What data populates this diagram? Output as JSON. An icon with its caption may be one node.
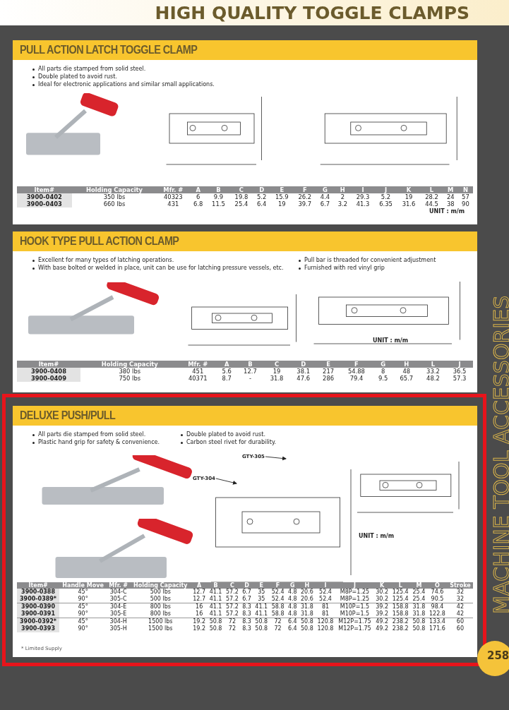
{
  "diagram": {
    "title": "HIGH QUALITY TOGGLE CLAMPS",
    "nodes": [
      {
        "text": [
          "PULL ACTION LATCH TOGGLE CLAMP",
          "All parts die stamped from solid steel.",
          "Double plated to avoid rust.",
          "Ideal for electronic applications and similar small applications."
        ]
      },
      {
        "text": [
          "HOOK TYPE PULL ACTION CLAMP",
          "Excellent for many types of latching operations.",
          "With base bolted or welded in place, unit can be use for latching pressure vessels, etc.",
          "Pull bar is threaded for convenient adjustment",
          "Furnished with red vinyl grip"
        ]
      },
      {
        "text": [],
        "shape": "box"
      },
      {
        "text": [
          "DELUXE PUSH/PULL",
          "All parts die stamped from solid steel.",
          "Plastic hand grip for safety & convenience.",
          "Double plated to avoid rust.",
          "Carbon steel rivet for durability."
        ],
        "in": 2
      },
      {
        "text": [
          "GTY-305"
        ],
        "in": 3
      },
      {
        "text": [
          "GTY-304"
        ],
        "in": 3
      }
    ],
    "edges": [
      {
        "from": 4,
        "to": null,
        "arrow": "to"
      },
      {
        "from": 5,
        "to": null,
        "arrow": "to"
      }
    ],
    "labels": [
      "UNIT : m/m",
      "Item#",
      "Holding Capacity",
      "Mfr. #",
      "A",
      "B",
      "C",
      "D",
      "E",
      "F",
      "G",
      "H",
      "I",
      "J",
      "K",
      "L",
      "M",
      "N",
      "3900-0402",
      "350 lbs",
      "40323",
      "6",
      "9.9",
      "19.8",
      "5.2",
      "15.9",
      "26.2",
      "4.4",
      "2",
      "29.3",
      "5.2",
      "19",
      "28.2",
      "24",
      "57",
      "3900-0403",
      "660 lbs",
      "431",
      "6.8",
      "11.5",
      "25.4",
      "6.4",
      "19",
      "39.7",
      "6.7",
      "3.2",
      "41.3",
      "6.35",
      "31.6",
      "44.5",
      "38",
      "90",
      "UNIT : m/m",
      "Item#",
      "Holding Capacity",
      "Mfr. #",
      "A",
      "B",
      "C",
      "D",
      "E",
      "F",
      "G",
      "H",
      "L",
      "J",
      "3900-0408",
      "380 lbs",
      "451",
      "5.6",
      "12.7",
      "19",
      "38.1",
      "217",
      "54.88",
      "8",
      "48",
      "33.2",
      "36.5",
      "3900-0409",
      "750 lbs",
      "40371",
      "8.7",
      "-",
      "31.8",
      "47.6",
      "286",
      "79.4",
      "9.5",
      "65.7",
      "48.2",
      "57.3",
      "UNIT : m/m",
      "Item#",
      "Handle Move",
      "Mfr. #",
      "Holding Capacity",
      "A",
      "B",
      "C",
      "D",
      "E",
      "F",
      "G",
      "H",
      "I",
      "J",
      "K",
      "L",
      "M",
      "O",
      "Stroke",
      "3900-0388",
      "45°",
      "304-C",
      "500 lbs",
      "12.7",
      "41.1",
      "57.2",
      "6.7",
      "35",
      "52.4",
      "4.8",
      "20.6",
      "52.4",
      "M8P=1.25",
      "30.2",
      "125.4",
      "25.4",
      "74.6",
      "32",
      "3900-0389*",
      "90°",
      "305-C",
      "500 lbs",
      "12.7",
      "41.1",
      "57.2",
      "6.7",
      "35",
      "52.4",
      "4.8",
      "20.6",
      "52.4",
      "M8P=1.25",
      "30.2",
      "125.4",
      "25.4",
      "90.5",
      "32",
      "3900-0390",
      "45°",
      "304-E",
      "800 lbs",
      "16",
      "41.1",
      "57.2",
      "8.3",
      "41.1",
      "58.8",
      "4.8",
      "31.8",
      "81",
      "M10P=1.5",
      "39.2",
      "158.8",
      "31.8",
      "98.4",
      "42",
      "3900-0391",
      "90°",
      "305-E",
      "800 lbs",
      "16",
      "41.1",
      "57.2",
      "8.3",
      "41.1",
      "58.8",
      "4.8",
      "31.8",
      "81",
      "M10P=1.5",
      "39.2",
      "158.8",
      "31.8",
      "122.8",
      "42",
      "3900-0392*",
      "45°",
      "304-H",
      "1500 lbs",
      "19.2",
      "50.8",
      "72",
      "8.3",
      "50.8",
      "72",
      "6.4",
      "50.8",
      "120.8",
      "M12P=1.75",
      "49.2",
      "238.2",
      "50.8",
      "133.4",
      "60",
      "3900-0393",
      "90°",
      "305-H",
      "1500 lbs",
      "19.2",
      "50.8",
      "72",
      "8.3",
      "50.8",
      "72",
      "6.4",
      "50.8",
      "120.8",
      "M12P=1.75",
      "49.2",
      "238.2",
      "50.8",
      "171.6",
      "60",
      "* Limited Supply",
      "MACHINE TOOL ACCESSORIES",
      "258"
    ]
  }
}
